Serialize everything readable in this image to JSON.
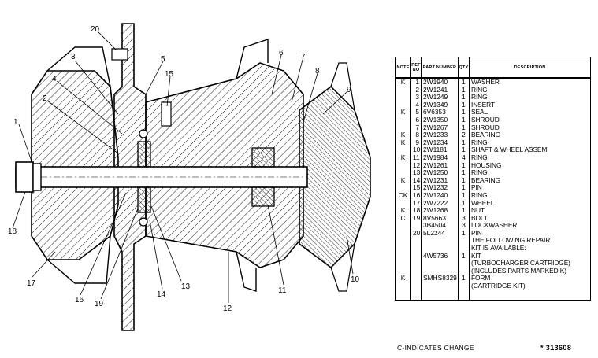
{
  "callouts": [
    "1",
    "2",
    "3",
    "4",
    "5",
    "6",
    "7",
    "8",
    "9",
    "10",
    "11",
    "12",
    "13",
    "14",
    "15",
    "16",
    "17",
    "18",
    "19",
    "20"
  ],
  "table": {
    "headers": [
      "NOTE",
      "REF NO",
      "PART NUMBER",
      "QTY",
      "DESCRIPTION"
    ],
    "rows": [
      {
        "note": "K",
        "ref": "1",
        "part": "2W1940",
        "qty": "1",
        "desc": "WASHER"
      },
      {
        "note": "",
        "ref": "2",
        "part": "2W1241",
        "qty": "1",
        "desc": "RING"
      },
      {
        "note": "",
        "ref": "3",
        "part": "2W1249",
        "qty": "1",
        "desc": "RING"
      },
      {
        "note": "",
        "ref": "4",
        "part": "2W1349",
        "qty": "1",
        "desc": "INSERT"
      },
      {
        "note": "K",
        "ref": "5",
        "part": "6V6353",
        "qty": "1",
        "desc": "SEAL"
      },
      {
        "note": "",
        "ref": "6",
        "part": "2W1350",
        "qty": "1",
        "desc": "SHROUD"
      },
      {
        "note": "",
        "ref": "7",
        "part": "2W1267",
        "qty": "1",
        "desc": "SHROUD"
      },
      {
        "note": "K",
        "ref": "8",
        "part": "2W1233",
        "qty": "2",
        "desc": "BEARING"
      },
      {
        "note": "K",
        "ref": "9",
        "part": "2W1234",
        "qty": "1",
        "desc": "RING"
      },
      {
        "note": "",
        "ref": "10",
        "part": "2W1181",
        "qty": "1",
        "desc": "SHAFT & WHEEL ASSEM."
      },
      {
        "note": "K",
        "ref": "11",
        "part": "2W1984",
        "qty": "4",
        "desc": "RING"
      },
      {
        "note": "",
        "ref": "12",
        "part": "2W1261",
        "qty": "1",
        "desc": "HOUSING"
      },
      {
        "note": "",
        "ref": "13",
        "part": "2W1250",
        "qty": "1",
        "desc": "RING"
      },
      {
        "note": "K",
        "ref": "14",
        "part": "2W1231",
        "qty": "1",
        "desc": "BEARING"
      },
      {
        "note": "",
        "ref": "15",
        "part": "2W1232",
        "qty": "1",
        "desc": "PIN"
      },
      {
        "note": "CK",
        "ref": "16",
        "part": "2W1240",
        "qty": "1",
        "desc": "RING"
      },
      {
        "note": "",
        "ref": "17",
        "part": "2W7222",
        "qty": "1",
        "desc": "WHEEL"
      },
      {
        "note": "K",
        "ref": "18",
        "part": "2W1268",
        "qty": "1",
        "desc": "NUT"
      },
      {
        "note": "C",
        "ref": "19",
        "part": "8V5663",
        "qty": "3",
        "desc": "BOLT"
      },
      {
        "note": "",
        "ref": "",
        "part": "3B4504",
        "qty": "3",
        "desc": "LOCKWASHER"
      },
      {
        "note": "",
        "ref": "20",
        "part": "5L2244",
        "qty": "1",
        "desc": "PIN"
      },
      {
        "note": "",
        "ref": "",
        "part": "",
        "qty": "",
        "desc": "THE FOLLOWING REPAIR"
      },
      {
        "note": "",
        "ref": "",
        "part": "",
        "qty": "",
        "desc": "KIT IS AVAILABLE:"
      },
      {
        "note": "",
        "ref": "",
        "part": "4W5736",
        "qty": "1",
        "desc": "KIT"
      },
      {
        "note": "",
        "ref": "",
        "part": "",
        "qty": "",
        "desc": "(TURBOCHARGER CARTRIDGE)"
      },
      {
        "note": "",
        "ref": "",
        "part": "",
        "qty": "",
        "desc": "(INCLUDES PARTS MARKED K)"
      },
      {
        "note": "K",
        "ref": "",
        "part": "SMHS8329",
        "qty": "1",
        "desc": "FORM"
      },
      {
        "note": "",
        "ref": "",
        "part": "",
        "qty": "",
        "desc": "(CARTRIDGE KIT)"
      }
    ]
  },
  "footnote": "C-INDICATES CHANGE",
  "sheet_number": "* 313608"
}
